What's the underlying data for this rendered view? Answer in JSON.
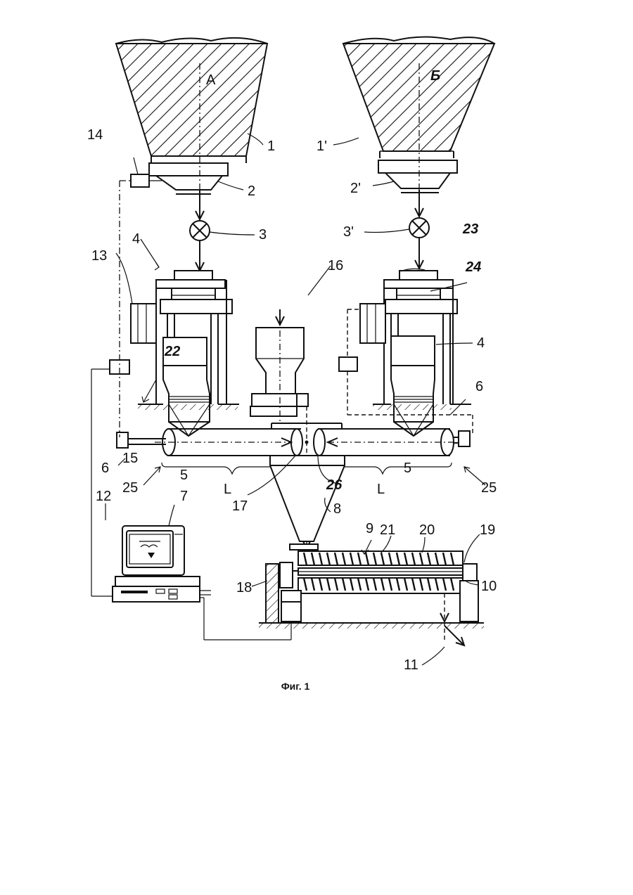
{
  "figure": {
    "caption": "Фиг. 1",
    "hopper_labels": {
      "left": "А",
      "right": "Б"
    },
    "reference_numerals": [
      "1",
      "1'",
      "2",
      "2'",
      "3",
      "3'",
      "4",
      "4",
      "5",
      "5",
      "6",
      "6",
      "7",
      "8",
      "9",
      "10",
      "11",
      "12",
      "13",
      "14",
      "15",
      "16",
      "17",
      "18",
      "19",
      "20",
      "21",
      "22",
      "23",
      "24",
      "25",
      "25",
      "26",
      "L",
      "L"
    ]
  }
}
